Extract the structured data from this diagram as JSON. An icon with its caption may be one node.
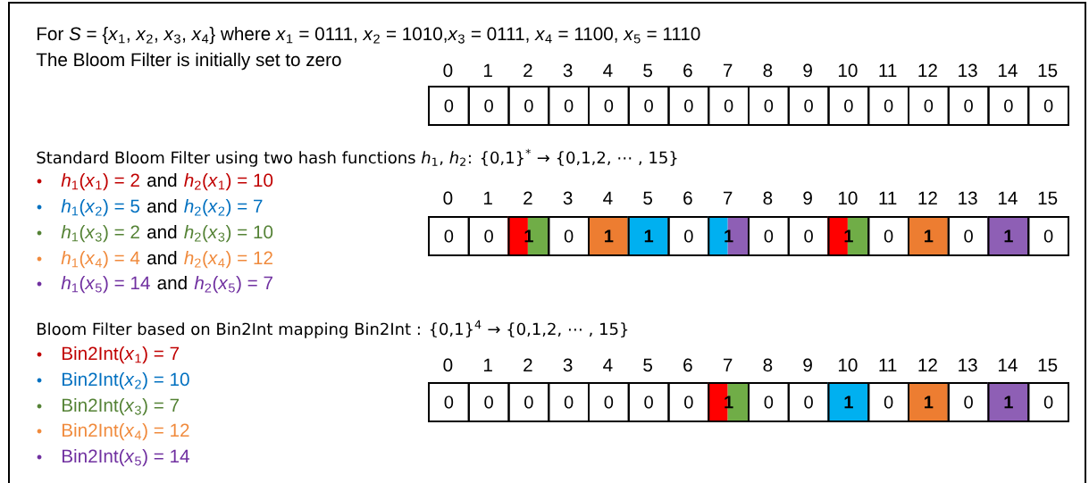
{
  "diagram": {
    "nodes": [
      {
        "text": [
          "0"
        ]
      },
      {
        "text": [
          "0"
        ]
      },
      {
        "text": [
          "0"
        ]
      },
      {
        "text": [
          "0"
        ]
      },
      {
        "text": [
          "0"
        ]
      },
      {
        "text": [
          "0"
        ]
      },
      {
        "text": [
          "0"
        ]
      },
      {
        "text": [
          "0"
        ]
      },
      {
        "text": [
          "0"
        ]
      },
      {
        "text": [
          "0"
        ]
      },
      {
        "text": [
          "0"
        ]
      },
      {
        "text": [
          "0"
        ]
      },
      {
        "text": [
          "0"
        ]
      },
      {
        "text": [
          "0"
        ]
      },
      {
        "text": [
          "0"
        ]
      },
      {
        "text": [
          "0"
        ]
      },
      {
        "text": [
          "0"
        ]
      },
      {
        "text": [
          "0"
        ]
      },
      {
        "text": [
          "1"
        ]
      },
      {
        "text": [
          "0"
        ]
      },
      {
        "text": [
          "1"
        ]
      },
      {
        "text": [
          "1"
        ]
      },
      {
        "text": [
          "0"
        ]
      },
      {
        "text": [
          "1"
        ]
      },
      {
        "text": [
          "0"
        ]
      },
      {
        "text": [
          "0"
        ]
      },
      {
        "text": [
          "1"
        ]
      },
      {
        "text": [
          "0"
        ]
      },
      {
        "text": [
          "1"
        ]
      },
      {
        "text": [
          "0"
        ]
      },
      {
        "text": [
          "1"
        ]
      },
      {
        "text": [
          "0"
        ]
      },
      {
        "text": [
          "0"
        ]
      },
      {
        "text": [
          "0"
        ]
      },
      {
        "text": [
          "0"
        ]
      },
      {
        "text": [
          "0"
        ]
      },
      {
        "text": [
          "0"
        ]
      },
      {
        "text": [
          "0"
        ]
      },
      {
        "text": [
          "0"
        ]
      },
      {
        "text": [
          "1"
        ]
      },
      {
        "text": [
          "0"
        ]
      },
      {
        "text": [
          "0"
        ]
      },
      {
        "text": [
          "1"
        ]
      },
      {
        "text": [
          "0"
        ]
      },
      {
        "text": [
          "1"
        ]
      },
      {
        "text": [
          "0"
        ]
      },
      {
        "text": [
          "1"
        ]
      },
      {
        "text": [
          "0"
        ]
      }
    ],
    "labels": [
      "For *S* = {*x*$_{1}$, *x*$_{2}$, *x*$_{3}$, *x*$_{4}$} where *x*$_{1}$ = 0111, *x*$_{2}$ = 1010,*x*$_{3}$ = 0111, *x*$_{4}$ = 1100, *x*$_{5}$ = 1110",
      "The Bloom Filter is initially set to zero",
      "0",
      "1",
      "2",
      "3",
      "4",
      "5",
      "6",
      "7",
      "8",
      "9",
      "10",
      "11",
      "12",
      "13",
      "14",
      "15",
      "Standard Bloom Filter using two hash functions *h*$_{1}$, *h*$_{2}$: {0,1}$^{*}$ → {0,1,2, ⋯ , 15}",
      "*h*$_{1}$(*x*$_{1}$) = 2",
      "and",
      "*h*$_{2}$(*x*$_{1}$) = 10",
      "*h*$_{1}$(*x*$_{2}$) = 5",
      "and",
      "*h*$_{2}$(*x*$_{2}$) = 7",
      "*h*$_{1}$(*x*$_{3}$) = 2",
      "and",
      "*h*$_{2}$(*x*$_{3}$) = 10",
      "*h*$_{1}$(*x*$_{4}$) = 4",
      "and",
      "*h*$_{2}$(*x*$_{4}$) = 12",
      "*h*$_{1}$(*x*$_{5}$) = 14",
      "and",
      "*h*$_{2}$(*x*$_{5}$) = 7",
      "0",
      "1",
      "2",
      "3",
      "4",
      "5",
      "6",
      "7",
      "8",
      "9",
      "10",
      "11",
      "12",
      "13",
      "14",
      "15",
      "Bloom Filter based on Bin2Int mapping Bin2Int : {0,1}$^{4}$ → {0,1,2, ⋯ , 15}",
      "Bin2Int(*x*$_{1}$) = 7",
      "Bin2Int(*x*$_{2}$) = 10",
      "Bin2Int(*x*$_{3}$) = 7",
      "Bin2Int(*x*$_{4}$) = 12",
      "Bin2Int(*x*$_{5}$) = 14",
      "0",
      "1",
      "2",
      "3",
      "4",
      "5",
      "6",
      "7",
      "8",
      "9",
      "10",
      "11",
      "12",
      "13",
      "14",
      "15"
    ]
  }
}
